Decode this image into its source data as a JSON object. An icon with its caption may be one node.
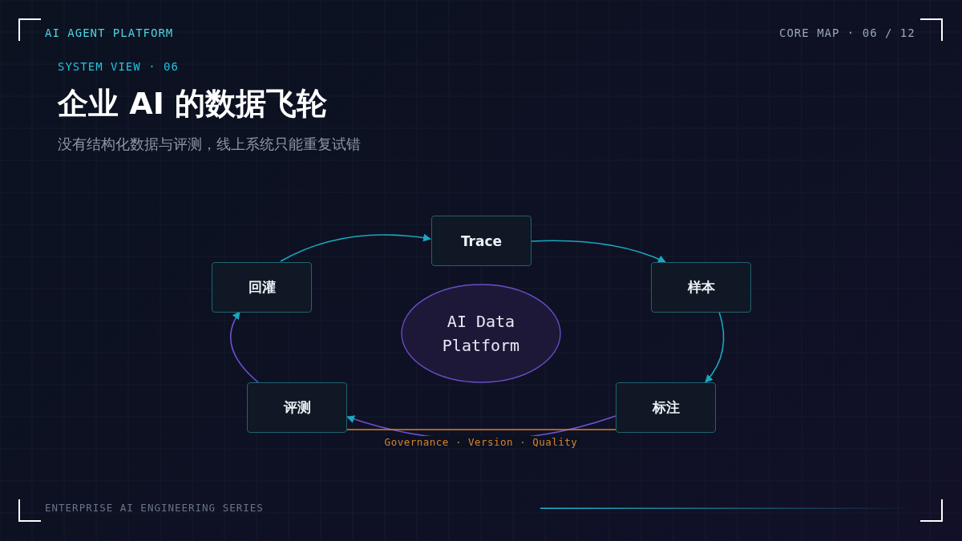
{
  "diagram": {
    "title": "企业 AI 的数据飞轮",
    "nodes": [
      {
        "text": [
          "Trace"
        ]
      },
      {
        "text": [
          "样本"
        ]
      },
      {
        "text": [
          "标注"
        ]
      },
      {
        "text": [
          "评测"
        ]
      },
      {
        "text": [
          "回灌"
        ]
      },
      {
        "text": [
          "AI Data Platform"
        ]
      }
    ],
    "edges": [
      {
        "from": 4,
        "to": 0,
        "arrow": "to"
      },
      {
        "from": 0,
        "to": 1,
        "arrow": "to"
      },
      {
        "from": 1,
        "to": 2,
        "arrow": "to"
      },
      {
        "from": 2,
        "to": 3,
        "arrow": "to",
        "color": "#6d4fd0"
      },
      {
        "from": 3,
        "to": 4,
        "arrow": "to",
        "color": "#6d4fd0"
      },
      {
        "from": 3,
        "to": 2,
        "arrow": "none",
        "label": "Governance · Version · Quality",
        "color": "#d9822b"
      }
    ],
    "labels": [
      "AI AGENT PLATFORM",
      "CORE MAP · 06 / 12",
      "SYSTEM VIEW · 06",
      "没有结构化数据与评测，线上系统只能重复试错",
      "ENTERPRISE AI ENGINEERING SERIES"
    ]
  }
}
